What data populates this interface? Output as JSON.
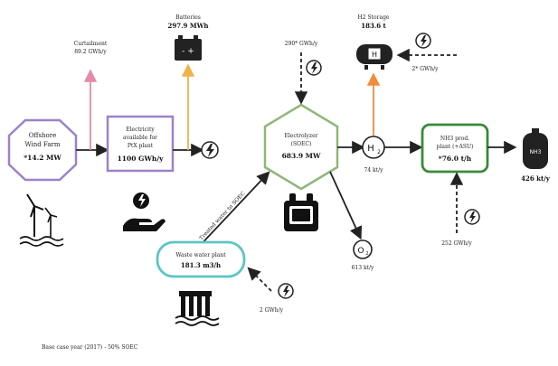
{
  "nodes": {
    "wind_farm": {
      "line1": "Offshore",
      "line2": "Wind Farm",
      "value": "*14.2 MW"
    },
    "electricity": {
      "line1": "Electricity",
      "line2": "available for",
      "line3": "PtX plant",
      "value": "1100 GWh/y"
    },
    "electrolyzer": {
      "line1": "Electrolyzer",
      "line2": "(SOEC)",
      "value": "683.9 MW"
    },
    "h2_node": {
      "label": "H",
      "sub": "2",
      "value": "74 kt/y"
    },
    "nh3_plant": {
      "line1": "NH3 prod.",
      "line2": "plant (+ASU)",
      "value": "*76.0 t/h"
    },
    "nh3_tank": {
      "label": "NH3",
      "value": "426 kt/y"
    },
    "wastewater": {
      "line1": "Waste water plant",
      "value": "181.3 m3/h"
    },
    "o2_node": {
      "label": "O",
      "sub": "2",
      "value": "613 kt/y"
    },
    "batteries": {
      "title": "Batteries",
      "value": "297.9 MWh"
    },
    "h2_storage": {
      "title": "H2 Storage",
      "value": "183.6 t"
    }
  },
  "flows": {
    "curtailment": {
      "title": "Curtailment",
      "value": "89.2 GWh/y"
    },
    "electrolyzer_power": "290* GWh/y",
    "h2_storage_power": "2* GWh/y",
    "nh3_power": "252 GWh/y",
    "wastewater_power": "2 GWh/y",
    "water_flow": "Treated water to SOEC"
  },
  "footnote": "Base case year (2017) - 50% SOEC",
  "colors": {
    "wind": "#9b82c9",
    "electricity": "#9b82c9",
    "electrolyzer": "#8fb77a",
    "nh3": "#3a8a3a",
    "wastewater": "#5fc4c4",
    "curtailment": "#e68aa8",
    "battery_arrow": "#f0b24a",
    "h2_arrow": "#f08c3a"
  },
  "icons": [
    "wind-turbine-icon",
    "hand-lightning-icon",
    "lightning-icon",
    "battery-icon",
    "h2-tank-icon",
    "electrolyzer-stack-icon",
    "factory-icon",
    "nh3-tank-icon"
  ]
}
